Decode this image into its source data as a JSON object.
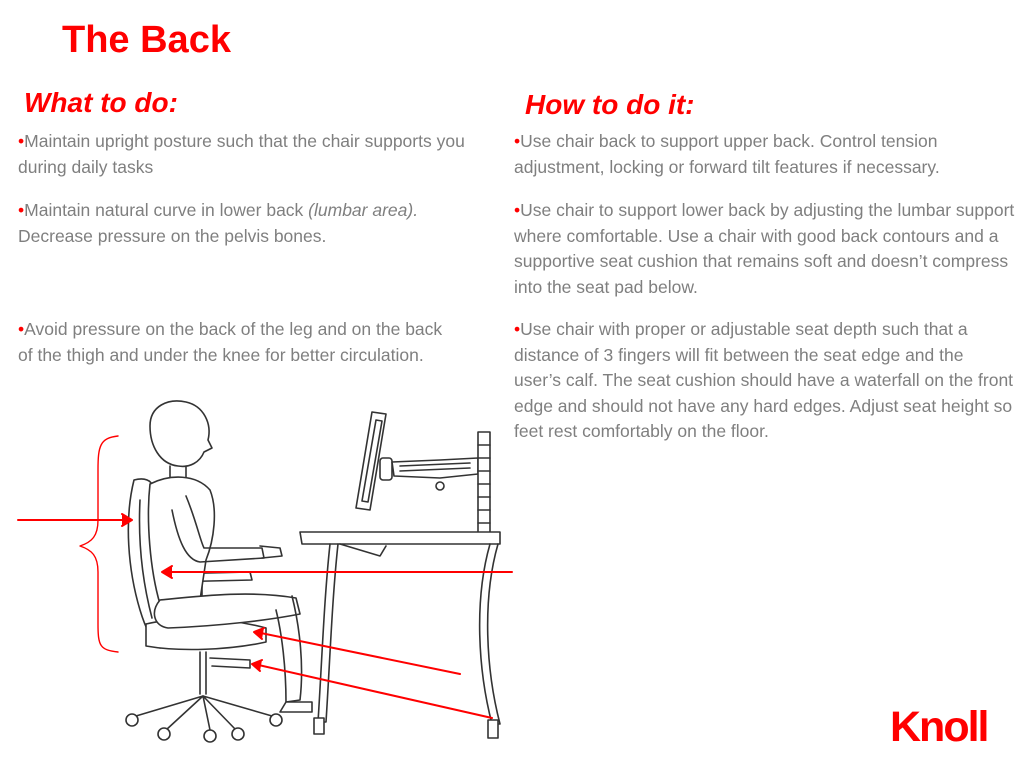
{
  "slide": {
    "title": "The Back",
    "left_column": {
      "heading": "What to do:",
      "bullets": [
        {
          "text": "Maintain upright posture such that the chair supports you during daily tasks"
        },
        {
          "text_before": "Maintain natural curve in lower back ",
          "text_italic": "(lumbar area).",
          "text_after": " Decrease pressure on the pelvis bones."
        },
        {
          "text": "Avoid pressure on the back of the leg and on the back of the thigh and under the knee for better circulation."
        }
      ]
    },
    "right_column": {
      "heading": "How to do it:",
      "bullets": [
        {
          "text": "Use chair back to support upper back. Control tension adjustment, locking or forward tilt features if necessary."
        },
        {
          "text": "Use chair to support lower back by adjusting the lumbar support where comfortable. Use a chair with good back contours and a supportive seat cushion that remains soft and doesn’t compress into the seat pad below."
        },
        {
          "text": "Use chair with proper or adjustable seat depth such that a distance of 3 fingers will fit between the seat edge and the user’s calf. The seat cushion should have a waterfall on the front edge and should not have any hard edges. Adjust seat height so feet rest comfortably on the floor."
        }
      ]
    },
    "bullet_glyph": "•",
    "logo": "Knoll",
    "colors": {
      "accent": "#ff0000",
      "body_text": "#7f7f7f",
      "line_art": "#333333"
    }
  }
}
